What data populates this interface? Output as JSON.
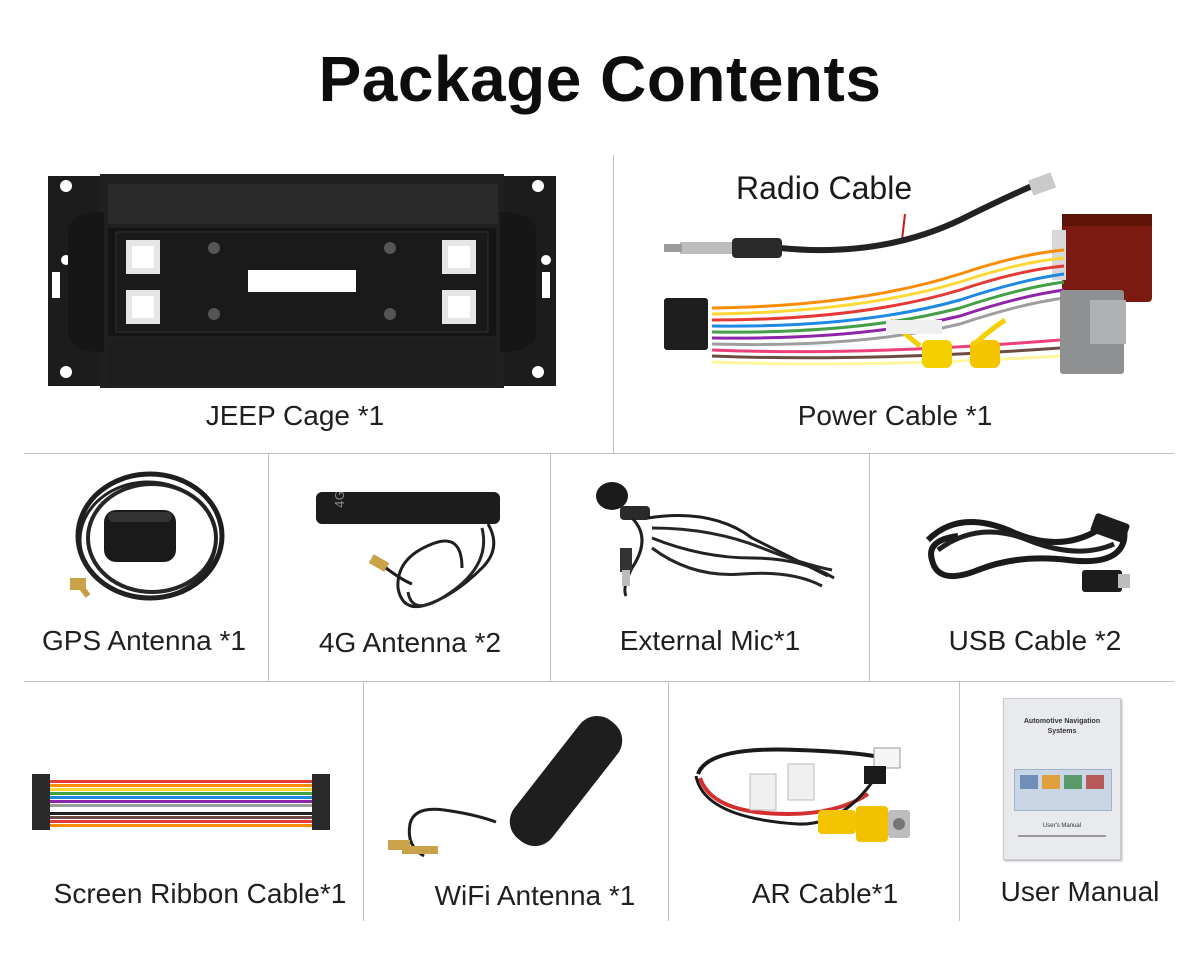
{
  "title": "Package Contents",
  "callout": "Radio Cable",
  "items": [
    {
      "label": "JEEP Cage *1"
    },
    {
      "label": "Power Cable *1"
    },
    {
      "label": "GPS Antenna *1"
    },
    {
      "label": "4G Antenna *2"
    },
    {
      "label": "External Mic*1"
    },
    {
      "label": "USB Cable *2"
    },
    {
      "label": "Screen Ribbon Cable*1"
    },
    {
      "label": "WiFi Antenna *1"
    },
    {
      "label": "AR Cable*1"
    },
    {
      "label": "User Manual"
    }
  ],
  "manual": {
    "heading": "Automotive Navigation Systems",
    "footer": "User's Manual"
  },
  "antenna_badge": "4G",
  "colors": {
    "divider": "#bfbfbf",
    "text": "#1a1a1a",
    "device": "#1c1c1c"
  }
}
